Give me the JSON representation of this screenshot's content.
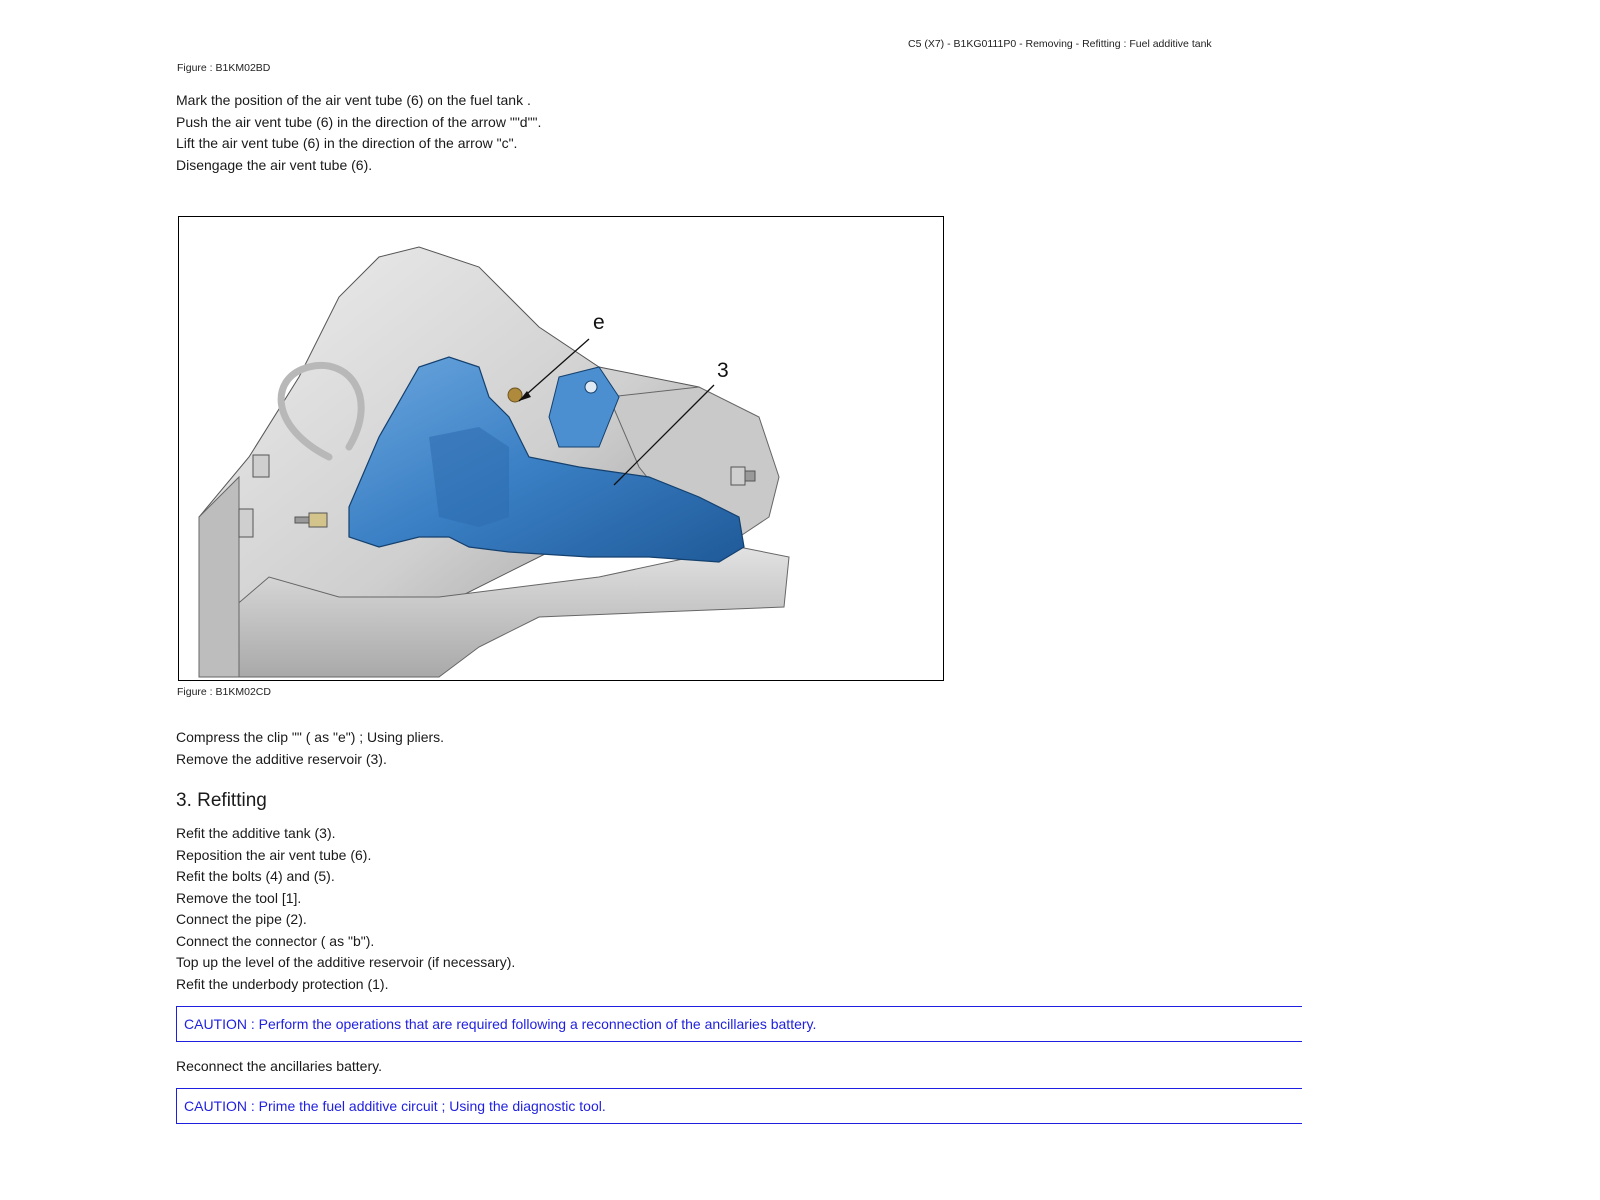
{
  "header": {
    "reference": "C5 (X7) - B1KG0111P0 - Removing - Refitting : Fuel additive tank"
  },
  "figure_top": {
    "caption": "Figure : B1KM02BD"
  },
  "air_vent_steps": [
    "Mark the position of the air vent tube (6) on the fuel tank .",
    "Push the air vent tube (6) in the direction of the arrow \"\"d\"\".",
    "Lift the air vent tube (6) in the direction of the arrow \"c\".",
    "Disengage the air vent tube (6)."
  ],
  "figure_main": {
    "caption": "Figure : B1KM02CD",
    "callouts": {
      "clip": "e",
      "reservoir": "3"
    },
    "colors": {
      "reservoir": "#3a7fc4",
      "reservoir_dark": "#1f5a99",
      "fuel_tank": "#d6d6d6",
      "fuel_tank_shadow": "#9a9a9a"
    }
  },
  "removal_steps": [
    "Compress the clip \"\" ( as \"e\") ; Using pliers.",
    "Remove the additive reservoir (3)."
  ],
  "refitting": {
    "heading": "3. Refitting",
    "steps": [
      "Refit the additive tank (3).",
      "Reposition the air vent tube (6).",
      "Refit the bolts (4) and (5).",
      "Remove the tool [1].",
      "Connect the pipe (2).",
      "Connect the connector ( as \"b\").",
      "Top up the level of the additive reservoir (if necessary).",
      "Refit the underbody protection (1)."
    ]
  },
  "caution_1": "CAUTION : Perform the operations that are required following a reconnection of the ancillaries battery.",
  "reconnect_text": "Reconnect the ancillaries battery.",
  "caution_2": "CAUTION : Prime the fuel additive circuit ; Using the diagnostic tool."
}
